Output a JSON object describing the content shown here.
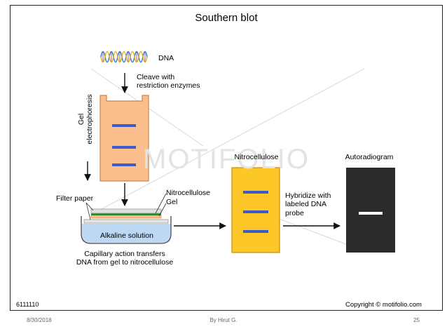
{
  "diagram": {
    "title": "Southern blot",
    "dna_label": "DNA",
    "cleave_label": "Cleave with\nrestriction enzymes",
    "gel_label": "Gel\nelectrophoresis",
    "filter_paper_label": "Filter paper",
    "nitrocellulose_small_label": "Nitrocellulose",
    "gel_small_label": "Gel",
    "alkaline_label": "Alkaline solution",
    "capillary_label": "Capillary action transfers\nDNA from gel to nitrocellulose",
    "nitrocellulose_label": "Nitrocellulose",
    "autoradiogram_label": "Autoradiogram",
    "hybridize_label": "Hybridize with\nlabeled DNA\nprobe",
    "code": "6111110",
    "copyright": "Copyright © motifolio.com",
    "watermark": "MOTIFOLIO"
  },
  "colors": {
    "gel_fill": "#fbbf8d",
    "gel_stroke": "#c8844f",
    "band_blue": "#3b5bcd",
    "nitro_fill": "#fcc727",
    "nitro_stroke": "#c48e08",
    "autoradiogram_fill": "#2b2b2b",
    "solution_fill": "#bcd8f4",
    "green_layer": "#2e8a2e"
  },
  "footer": {
    "date": "8/30/2018",
    "author": "By Hirut G.",
    "page": "25"
  }
}
